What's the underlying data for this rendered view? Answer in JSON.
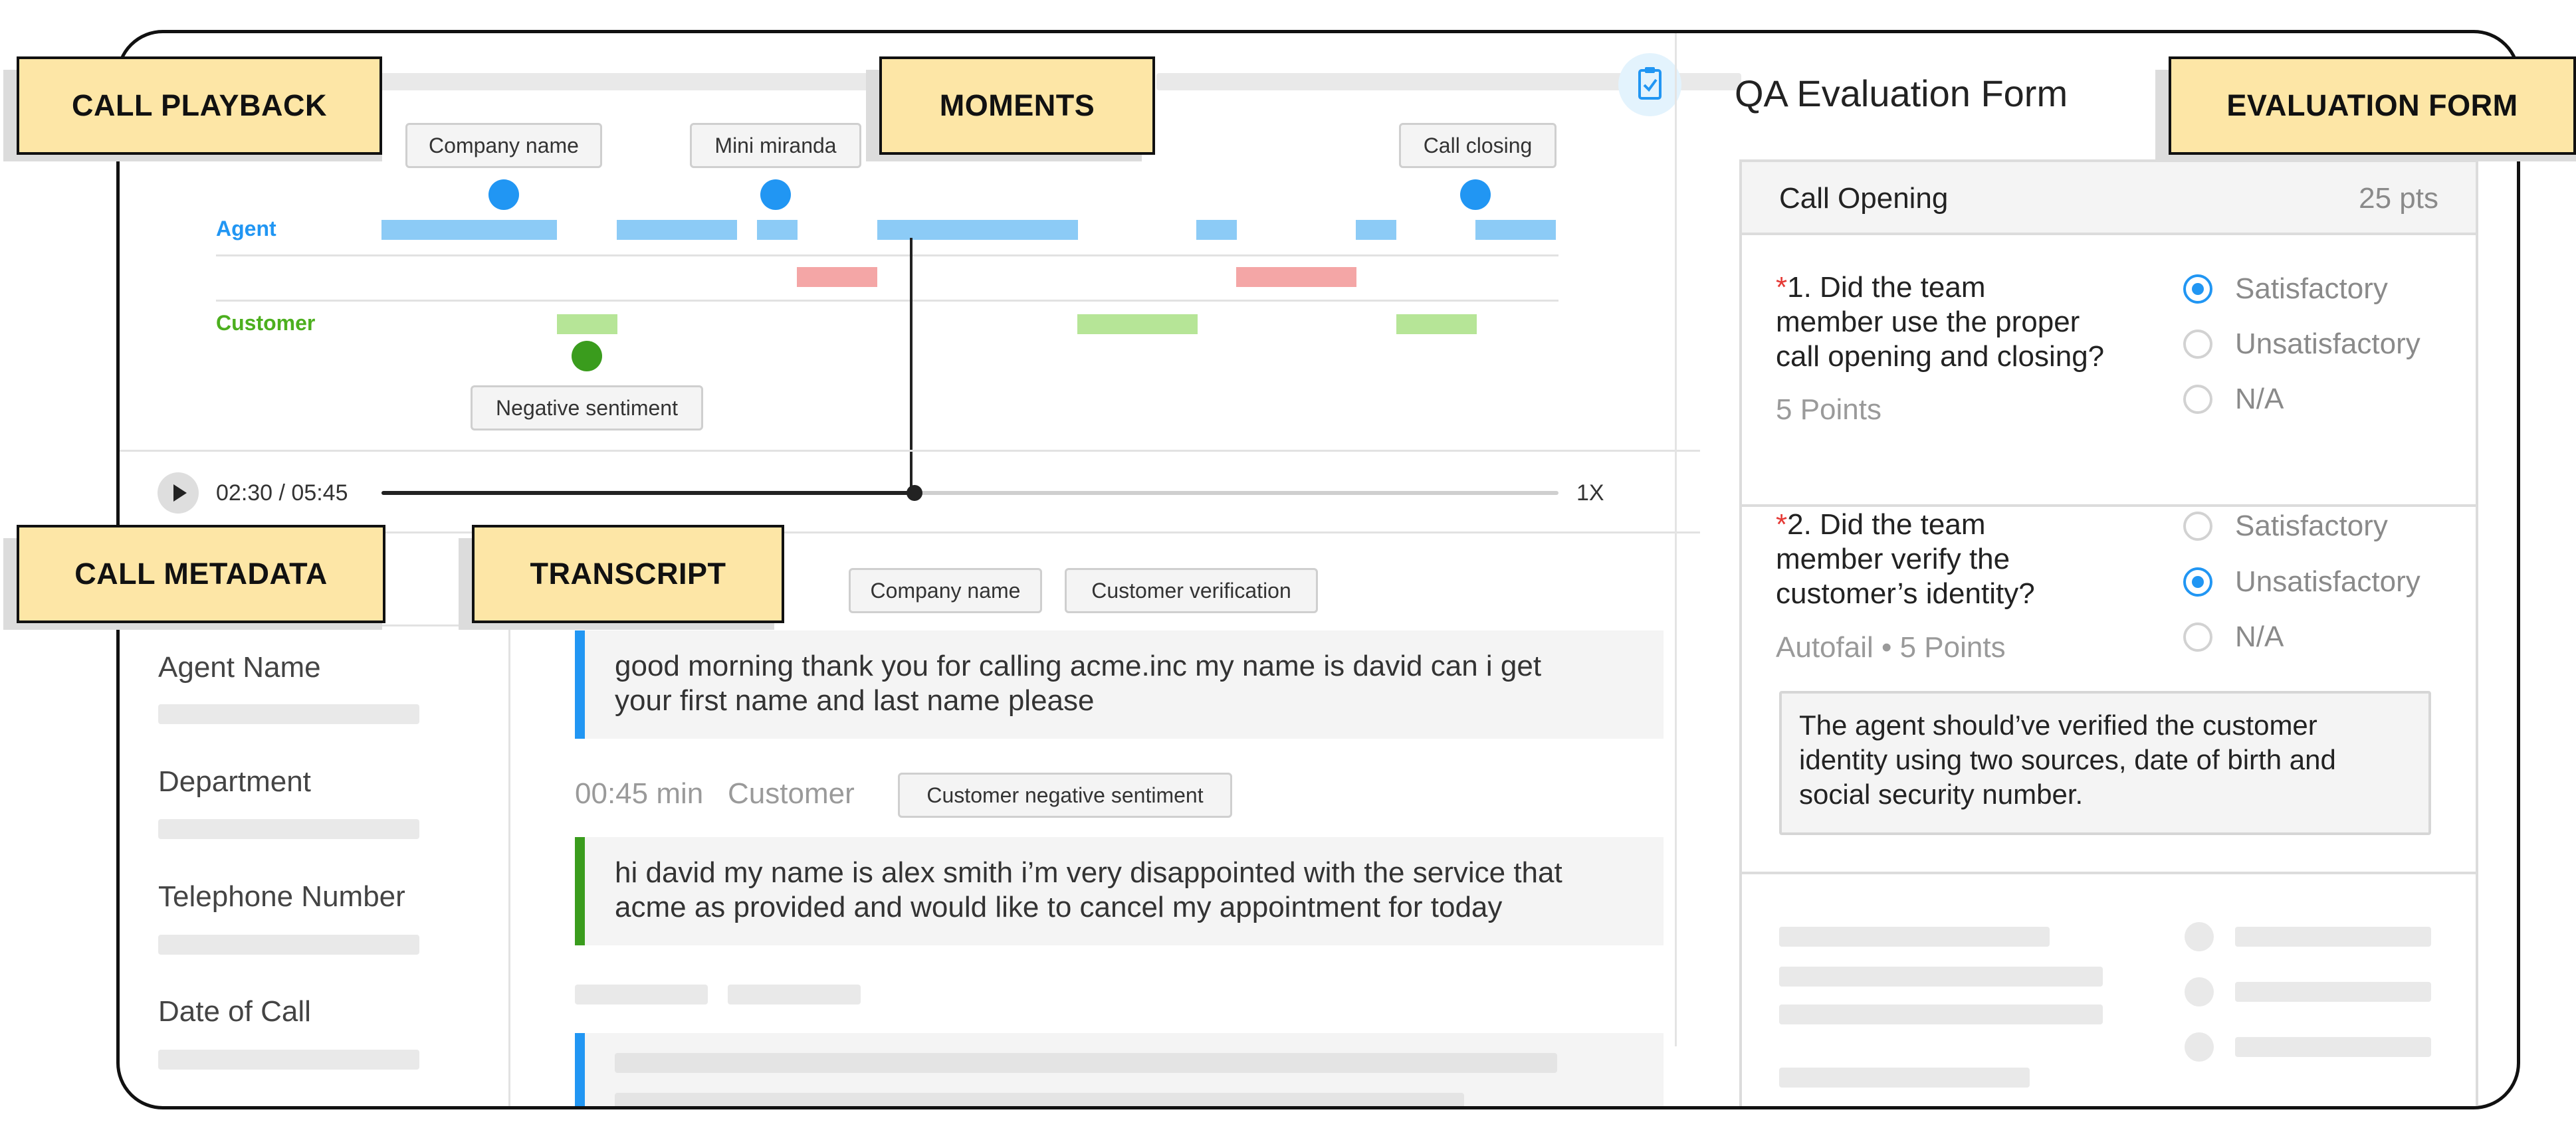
{
  "colors": {
    "agent": "#8ccbf6",
    "customer": "#b6e597",
    "silence": "#f4a6a6",
    "moment_dot": "#2196f3",
    "sentiment_dot": "#3a9c1d",
    "callout_bg": "#fde6a6",
    "agent_text": "#2196f3",
    "customer_text": "#4caf1e"
  },
  "callouts": {
    "call_playback": "CALL PLAYBACK",
    "moments": "MOMENTS",
    "evaluation_form": "EVALUATION FORM",
    "call_metadata": "CALL METADATA",
    "transcript": "TRANSCRIPT"
  },
  "playback": {
    "tracks": {
      "agent_label": "Agent",
      "customer_label": "Customer"
    },
    "moment_chips": {
      "company_name": "Company name",
      "mini_miranda": "Mini miranda",
      "call_closing": "Call closing",
      "negative_sentiment": "Negative sentiment"
    },
    "time": "02:30 / 05:45",
    "speed": "1X",
    "progress": 0.46,
    "icons": {
      "play": "play-icon",
      "clipboard": "clipboard-check-icon"
    }
  },
  "metadata": {
    "fields": [
      {
        "label": "Agent Name"
      },
      {
        "label": "Department"
      },
      {
        "label": "Telephone Number"
      },
      {
        "label": "Date of Call"
      }
    ]
  },
  "transcript": {
    "tags_1": [
      "Company name",
      "Customer verification"
    ],
    "entry_1": {
      "text_1": "good morning thank you for calling acme.inc my name is david can i get",
      "text_2": "your first name and last name please"
    },
    "header_2": {
      "time": "00:45 min",
      "speaker": "Customer",
      "tag": "Customer negative sentiment"
    },
    "entry_2": {
      "text_1": "hi david my name is alex smith i’m very disappointed with the service that",
      "text_2": "acme as provided and would like to cancel my appointment for today"
    }
  },
  "form": {
    "title": "QA Evaluation Form",
    "section": {
      "name": "Call Opening",
      "points": "25 pts"
    },
    "q1": {
      "required": "*",
      "text_1": "1. Did the team",
      "text_2": "member use the proper",
      "text_3": "call opening and closing?",
      "meta": "5 Points",
      "options": [
        "Satisfactory",
        "Unsatisfactory",
        "N/A"
      ],
      "selected": "Satisfactory"
    },
    "q2": {
      "required": "*",
      "text_1": "2. Did the team",
      "text_2": "member verify the",
      "text_3": "customer’s identity?",
      "meta": "Autofail • 5 Points",
      "options": [
        "Satisfactory",
        "Unsatisfactory",
        "N/A"
      ],
      "selected": "Unsatisfactory",
      "comment_1": "The agent should’ve verified the customer",
      "comment_2": "identity using two sources, date of birth and",
      "comment_3": "social security number."
    }
  }
}
